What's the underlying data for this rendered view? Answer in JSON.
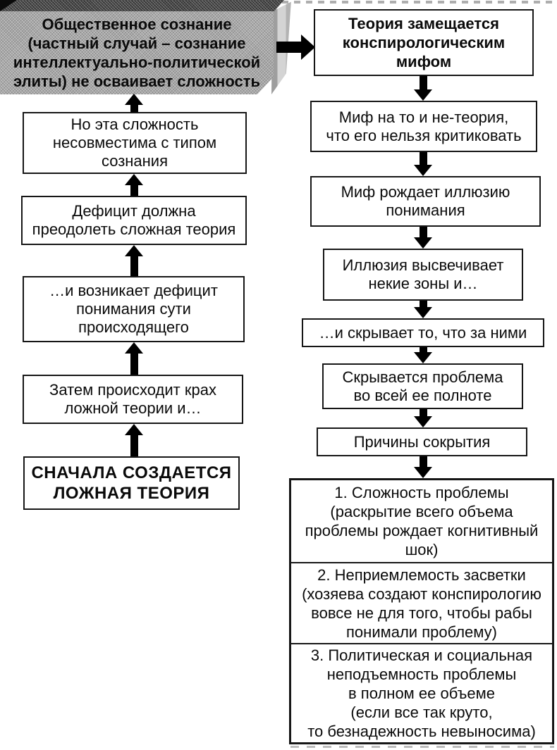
{
  "colors": {
    "ink": "#000000",
    "box_border": "#161616",
    "gray_box_face": "#a9a9a9",
    "gray_box_top": "#474747",
    "gray_box_side": "#c4c4c4",
    "background": "#ffffff"
  },
  "left_flow": {
    "direction": "bottom-to-top",
    "boxes": [
      "Общественное сознание\n(частный случай – сознание\nинтеллектуально-политической\nэлиты) не осваивает сложность",
      "Но эта сложность\nнесовместима с типом\nсознания",
      "Дефицит должна\nпреодолеть сложная теория",
      "…и возникает дефицит\nпонимания сути\nпроисходящего",
      "Затем происходит крах\nложной теории и…",
      "СНАЧАЛА СОЗДАЕТСЯ\nЛОЖНАЯ ТЕОРИЯ"
    ]
  },
  "right_flow": {
    "direction": "top-to-bottom",
    "boxes": [
      "Теория замещается\nконспирологическим\nмифом",
      "Миф на то и не-теория,\nчто его нельзя критиковать",
      "Миф рождает иллюзию\nпонимания",
      "Иллюзия высвечивает\nнекие зоны и…",
      "…и скрывает то, что за ними",
      "Скрывается проблема\nво всей ее полноте",
      "Причины сокрытия"
    ]
  },
  "reasons": [
    "1. Сложность проблемы\n(раскрытие всего объема\nпроблемы рождает когнитивный\nшок)",
    "2. Неприемлемость засветки\n(хозяева создают конспирологию\nвовсе не для того, чтобы рабы\nпонимали проблему)",
    "3. Политическая и социальная\nнеподъемность проблемы\nв полном ее объеме\n(если все так круто,\nто безнадежность невыносима)"
  ]
}
